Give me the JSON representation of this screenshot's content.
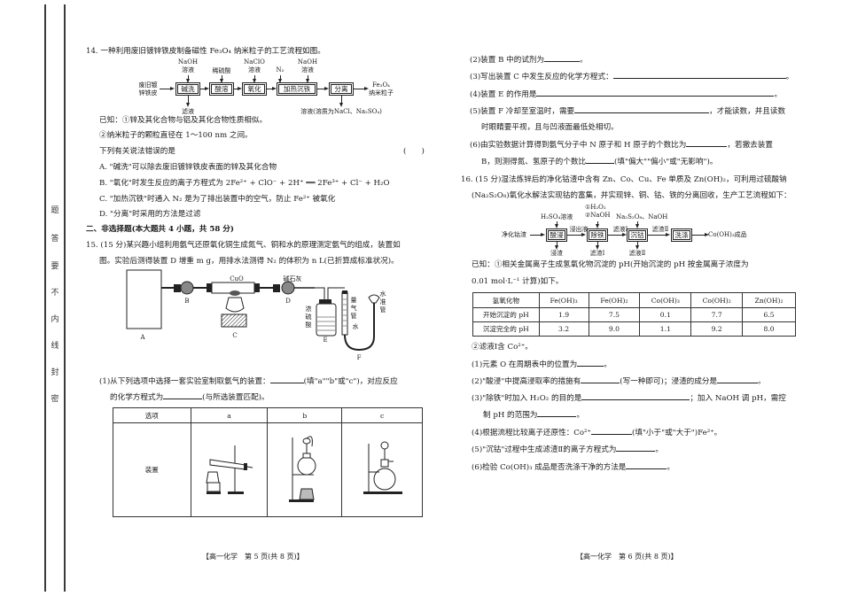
{
  "binding_margin": {
    "chars": [
      "题",
      "答",
      "要",
      "不",
      "内",
      "线",
      "封",
      "密"
    ]
  },
  "left_page": {
    "q14": {
      "stem": "14. 一种利用废旧镀锌铁皮制备磁性 Fe₃O₄ 纳米粒子的工艺流程如图。",
      "flow": {
        "input": [
          "废旧镀",
          "锌铁皮"
        ],
        "steps": [
          "碱洗",
          "酸溶",
          "氧化",
          "加热沉铁",
          "分离"
        ],
        "reagents": [
          [
            "NaOH",
            "溶液"
          ],
          [
            "稀硫酸"
          ],
          [
            "NaClO",
            "溶液"
          ],
          [
            "N₂"
          ],
          [
            "NaOH",
            "溶液"
          ]
        ],
        "byproducts": [
          "滤液",
          "溶液(溶质为NaCl、Na₂SO₄)"
        ],
        "output": [
          "Fe₃O₄",
          "纳米粒子"
        ]
      },
      "known_1": "已知：①锌及其化合物与铝及其化合物性质相似。",
      "known_2": "②纳米粒子的颗粒直径在 1～100 nm 之间。",
      "question": "下列有关说法错误的是",
      "answer_bracket": "(　　)",
      "options": [
        "A. \"碱洗\"可以除去废旧镀锌铁皮表面的锌及其化合物",
        "B. \"氧化\"时发生反应的离子方程式为 2Fe²⁺ + ClO⁻ + 2H⁺ ══ 2Fe³⁺ + Cl⁻ + H₂O",
        "C. \"加热沉铁\"时通入 N₂ 是为了排出装置中的空气，防止 Fe²⁺ 被氧化",
        "D. \"分离\"时采用的方法是过滤"
      ]
    },
    "section2": "二、非选择题(本大题共 4 小题，共 58 分)",
    "q15": {
      "stem_1": "15. (15 分)某兴趣小组利用氨气还原氧化铜生成氮气、铜和水的原理测定氨气的组成，装置如",
      "stem_2": "图。实验后测得装置 D 增重 m g，用排水法测得 N₂ 的体积为 n L(已折算成标准状况)。",
      "apparatus_labels": {
        "A": "A",
        "B": "B",
        "C": "C",
        "D": "D",
        "E": "E",
        "F": "F",
        "cuo": "CuO",
        "soda_lime": "碱石灰",
        "conc_acid": [
          "浓",
          "硫",
          "酸"
        ],
        "gas_tube": [
          "量",
          "气",
          "管"
        ],
        "water": "水",
        "level_tube": [
          "水",
          "准",
          "管"
        ]
      },
      "sub1_line1_a": "(1)从下列选项中选择一套实验室制取氨气的装置：",
      "sub1_line1_b": "(填\"a\"\"b\"或\"c\")，对应反应",
      "sub1_line2_a": "的化学方程式为",
      "sub1_line2_b": "(与所选装置匹配)。",
      "table": {
        "headers": [
          "选项",
          "a",
          "b",
          "c"
        ],
        "row_label": "装置"
      }
    },
    "footer": "【高一化学　第 5 页(共 8 页)】"
  },
  "right_page": {
    "q15_cont": {
      "sub2": "(2)装置 B 中的试剂为",
      "sub3": "(3)写出装置 C 中发生反应的化学方程式：",
      "sub4": "(4)装置 E 的作用是",
      "sub5_a": "(5)装置 F 冷却至室温时，需要",
      "sub5_b": "，才能读数，并且读数",
      "sub5_c": "时眼睛要平视，且与凹液面最低处相切。",
      "sub6_a": "(6)由实验数据计算得到氨气分子中 N 原子和 H 原子的个数比为",
      "sub6_b": "，若撤去装置",
      "sub6_c": "B，则测得氮、氢原子的个数比",
      "sub6_d": "(填\"偏大\"\"偏小\"或\"无影响\")。",
      "period": "。"
    },
    "q16": {
      "stem_1": "16. (15 分)湿法炼锌后的净化钴渣中含有 Zn、Co、Cu、Fe 单质及 Zn(OH)₂，可利用过硫酸钠",
      "stem_2": "(Na₂S₂O₈)氧化水解法实现钴的富集，并实现锌、铜、钴、铁的分离回收，生产工艺流程如下：",
      "flow": {
        "input": "净化钴渣",
        "steps": [
          "酸浸",
          "除铁",
          "沉钴",
          "洗涤"
        ],
        "reagents": [
          "H₂SO₄溶液",
          "①H₂O₂",
          "②NaOH",
          "Na₂S₂O₈、NaOH"
        ],
        "streams": [
          "浸出液",
          "滤液Ⅰ",
          "滤渣Ⅱ"
        ],
        "byproducts": [
          "浸渣",
          "滤渣Ⅰ",
          "滤液Ⅱ"
        ],
        "output": "Co(OH)₃成品"
      },
      "known_1a": "已知：①相关金属离子生成氢氧化物沉淀的 pH(开始沉淀的 pH 按金属离子浓度为",
      "known_1b": "0.01 mol·L⁻¹ 计算)如下。",
      "ph_table": {
        "headers": [
          "氢氧化物",
          "Fe(OH)₃",
          "Fe(OH)₂",
          "Co(OH)₃",
          "Co(OH)₂",
          "Zn(OH)₂"
        ],
        "rows": [
          [
            "开始沉淀的 pH",
            "1.9",
            "7.5",
            "0.1",
            "7.7",
            "6.5"
          ],
          [
            "沉淀完全的 pH",
            "3.2",
            "9.0",
            "1.1",
            "9.2",
            "8.0"
          ]
        ]
      },
      "known_2": "②滤液Ⅰ含 Co²⁺。",
      "sub1": "(1)元素 O 在周期表中的位置为",
      "sub2_a": "(2)\"酸浸\"中提高浸取率的措施有",
      "sub2_b": "(写一种即可)；浸渣的成分是",
      "sub3_a": "(3)\"除铁\"时加入 H₂O₂ 的目的是",
      "sub3_b": "；加入 NaOH 调 pH，需控",
      "sub3_c": "制 pH 的范围为",
      "sub4_a": "(4)根据流程比较离子还原性：Co²⁺",
      "sub4_b": "(填\"小于\"或\"大于\")Fe²⁺。",
      "sub5": "(5)\"沉钴\"过程中生成滤渣Ⅱ的离子方程式为",
      "sub6": "(6)检验 Co(OH)₃ 成品是否洗涤干净的方法是",
      "period": "。"
    },
    "footer": "【高一化学　第 6 页(共 8 页)】"
  }
}
